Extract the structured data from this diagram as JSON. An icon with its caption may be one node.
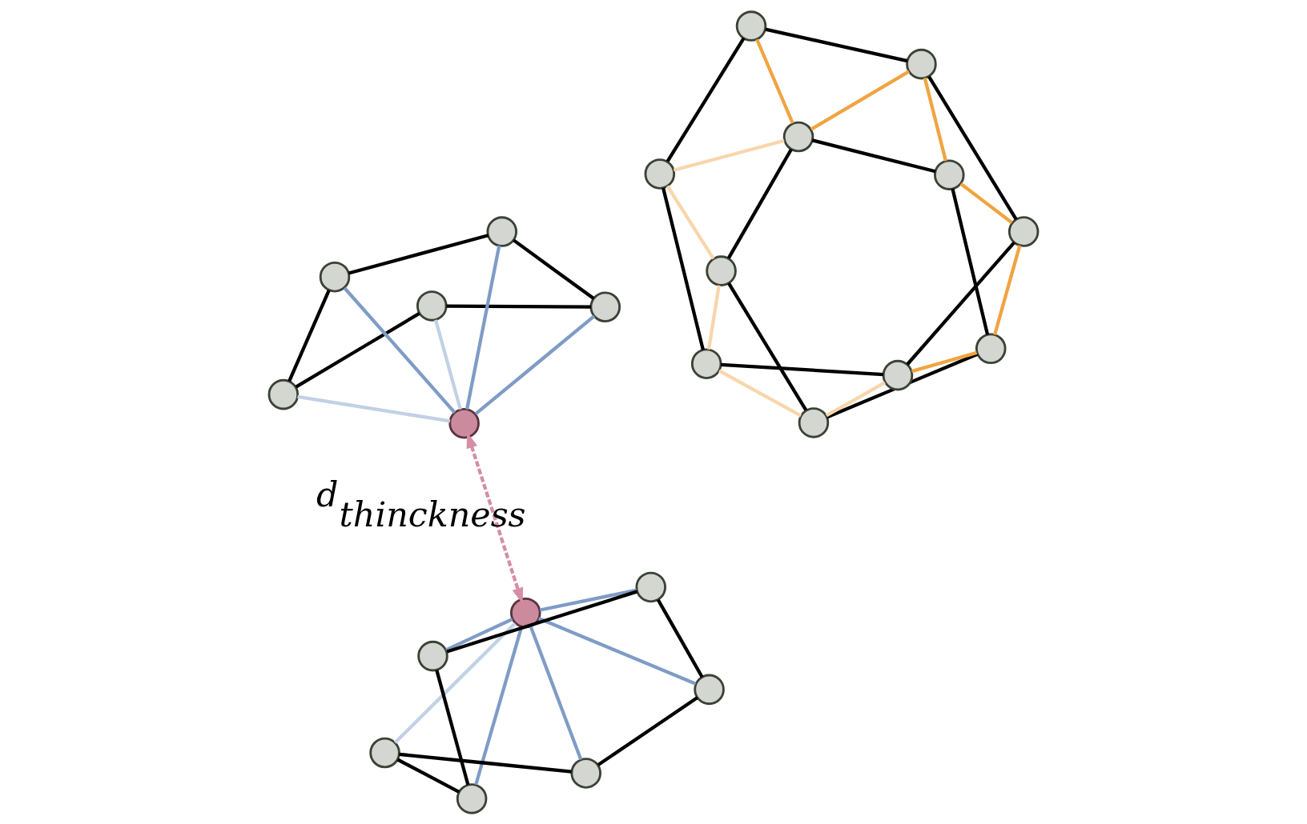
{
  "diagram": {
    "nodes": [
      {
        "text": [],
        "shape": "circle"
      },
      {
        "text": [],
        "shape": "circle"
      },
      {
        "text": [],
        "shape": "circle"
      },
      {
        "text": [],
        "shape": "circle"
      },
      {
        "text": [],
        "shape": "circle"
      },
      {
        "text": [],
        "shape": "circle"
      },
      {
        "text": [],
        "shape": "circle"
      },
      {
        "text": [],
        "shape": "circle"
      },
      {
        "text": [],
        "shape": "circle"
      },
      {
        "text": [],
        "shape": "circle"
      },
      {
        "text": [],
        "shape": "circle"
      },
      {
        "text": [],
        "shape": "circle"
      },
      {
        "text": [],
        "shape": "circle"
      },
      {
        "text": [],
        "shape": "circle"
      },
      {
        "text": [],
        "shape": "circle"
      },
      {
        "text": [],
        "shape": "circle"
      },
      {
        "text": [],
        "shape": "circle"
      },
      {
        "text": [],
        "shape": "circle"
      },
      {
        "text": [],
        "shape": "circle"
      },
      {
        "text": [],
        "shape": "circle"
      },
      {
        "text": [],
        "shape": "circle"
      },
      {
        "text": [],
        "shape": "circle"
      },
      {
        "text": [],
        "shape": "circle"
      },
      {
        "text": [],
        "shape": "circle"
      }
    ],
    "edges": [
      {
        "from": 0,
        "to": 1,
        "arrow": "none"
      },
      {
        "from": 1,
        "to": 2,
        "arrow": "none"
      },
      {
        "from": 0,
        "to": 3,
        "arrow": "none"
      },
      {
        "from": 3,
        "to": 4,
        "arrow": "none"
      },
      {
        "from": 4,
        "to": 2,
        "arrow": "none"
      },
      {
        "from": 3,
        "to": 5,
        "arrow": "none",
        "color": "#7f9cc6"
      },
      {
        "from": 0,
        "to": 5,
        "arrow": "none",
        "color": "#c2d1e4"
      },
      {
        "from": 4,
        "to": 5,
        "arrow": "none",
        "color": "#7f9cc6"
      },
      {
        "from": 1,
        "to": 5,
        "arrow": "none",
        "color": "#c2d1e4"
      },
      {
        "from": 2,
        "to": 5,
        "arrow": "none",
        "color": "#7f9cc6"
      },
      {
        "from": 5,
        "to": 6,
        "arrow": "both",
        "style": "dashed",
        "color": "#d58ea4",
        "label": "d$_{thinckness}$"
      },
      {
        "from": 6,
        "to": 7,
        "arrow": "none",
        "color": "#7f9cc6"
      },
      {
        "from": 6,
        "to": 10,
        "arrow": "none",
        "color": "#7f9cc6"
      },
      {
        "from": 6,
        "to": 8,
        "arrow": "none",
        "color": "#c2d1e4"
      },
      {
        "from": 6,
        "to": 12,
        "arrow": "none",
        "color": "#7f9cc6"
      },
      {
        "from": 6,
        "to": 11,
        "arrow": "none",
        "color": "#7f9cc6"
      },
      {
        "from": 6,
        "to": 9,
        "arrow": "none",
        "color": "#7f9cc6"
      },
      {
        "from": 7,
        "to": 8,
        "arrow": "none"
      },
      {
        "from": 8,
        "to": 9,
        "arrow": "none"
      },
      {
        "from": 7,
        "to": 10,
        "arrow": "none"
      },
      {
        "from": 10,
        "to": 12,
        "arrow": "none"
      },
      {
        "from": 12,
        "to": 11,
        "arrow": "none"
      },
      {
        "from": 11,
        "to": 9,
        "arrow": "none"
      },
      {
        "from": 13,
        "to": 14,
        "arrow": "none"
      },
      {
        "from": 14,
        "to": 15,
        "arrow": "none"
      },
      {
        "from": 13,
        "to": 16,
        "arrow": "none"
      },
      {
        "from": 16,
        "to": 17,
        "arrow": "none"
      },
      {
        "from": 17,
        "to": 15,
        "arrow": "none"
      },
      {
        "from": 18,
        "to": 19,
        "arrow": "none"
      },
      {
        "from": 19,
        "to": 20,
        "arrow": "none"
      },
      {
        "from": 18,
        "to": 21,
        "arrow": "none"
      },
      {
        "from": 21,
        "to": 23,
        "arrow": "none"
      },
      {
        "from": 23,
        "to": 22,
        "arrow": "none"
      },
      {
        "from": 22,
        "to": 20,
        "arrow": "none"
      },
      {
        "from": 16,
        "to": 21,
        "arrow": "none",
        "color": "#f0a441"
      },
      {
        "from": 16,
        "to": 23,
        "arrow": "none",
        "color": "#f0a441"
      },
      {
        "from": 17,
        "to": 23,
        "arrow": "none",
        "color": "#f0a441"
      },
      {
        "from": 17,
        "to": 22,
        "arrow": "none",
        "color": "#f0a441"
      },
      {
        "from": 15,
        "to": 22,
        "arrow": "none",
        "color": "#f0a441"
      },
      {
        "from": 15,
        "to": 20,
        "arrow": "none",
        "color": "#f0a441"
      },
      {
        "from": 16,
        "to": 18,
        "arrow": "none",
        "color": "#f8d6ab"
      },
      {
        "from": 13,
        "to": 18,
        "arrow": "none",
        "color": "#f8d6ab"
      },
      {
        "from": 13,
        "to": 19,
        "arrow": "none",
        "color": "#f8d6ab"
      },
      {
        "from": 14,
        "to": 19,
        "arrow": "none",
        "color": "#f8d6ab"
      },
      {
        "from": 14,
        "to": 20,
        "arrow": "none",
        "color": "#f8d6ab"
      }
    ]
  }
}
